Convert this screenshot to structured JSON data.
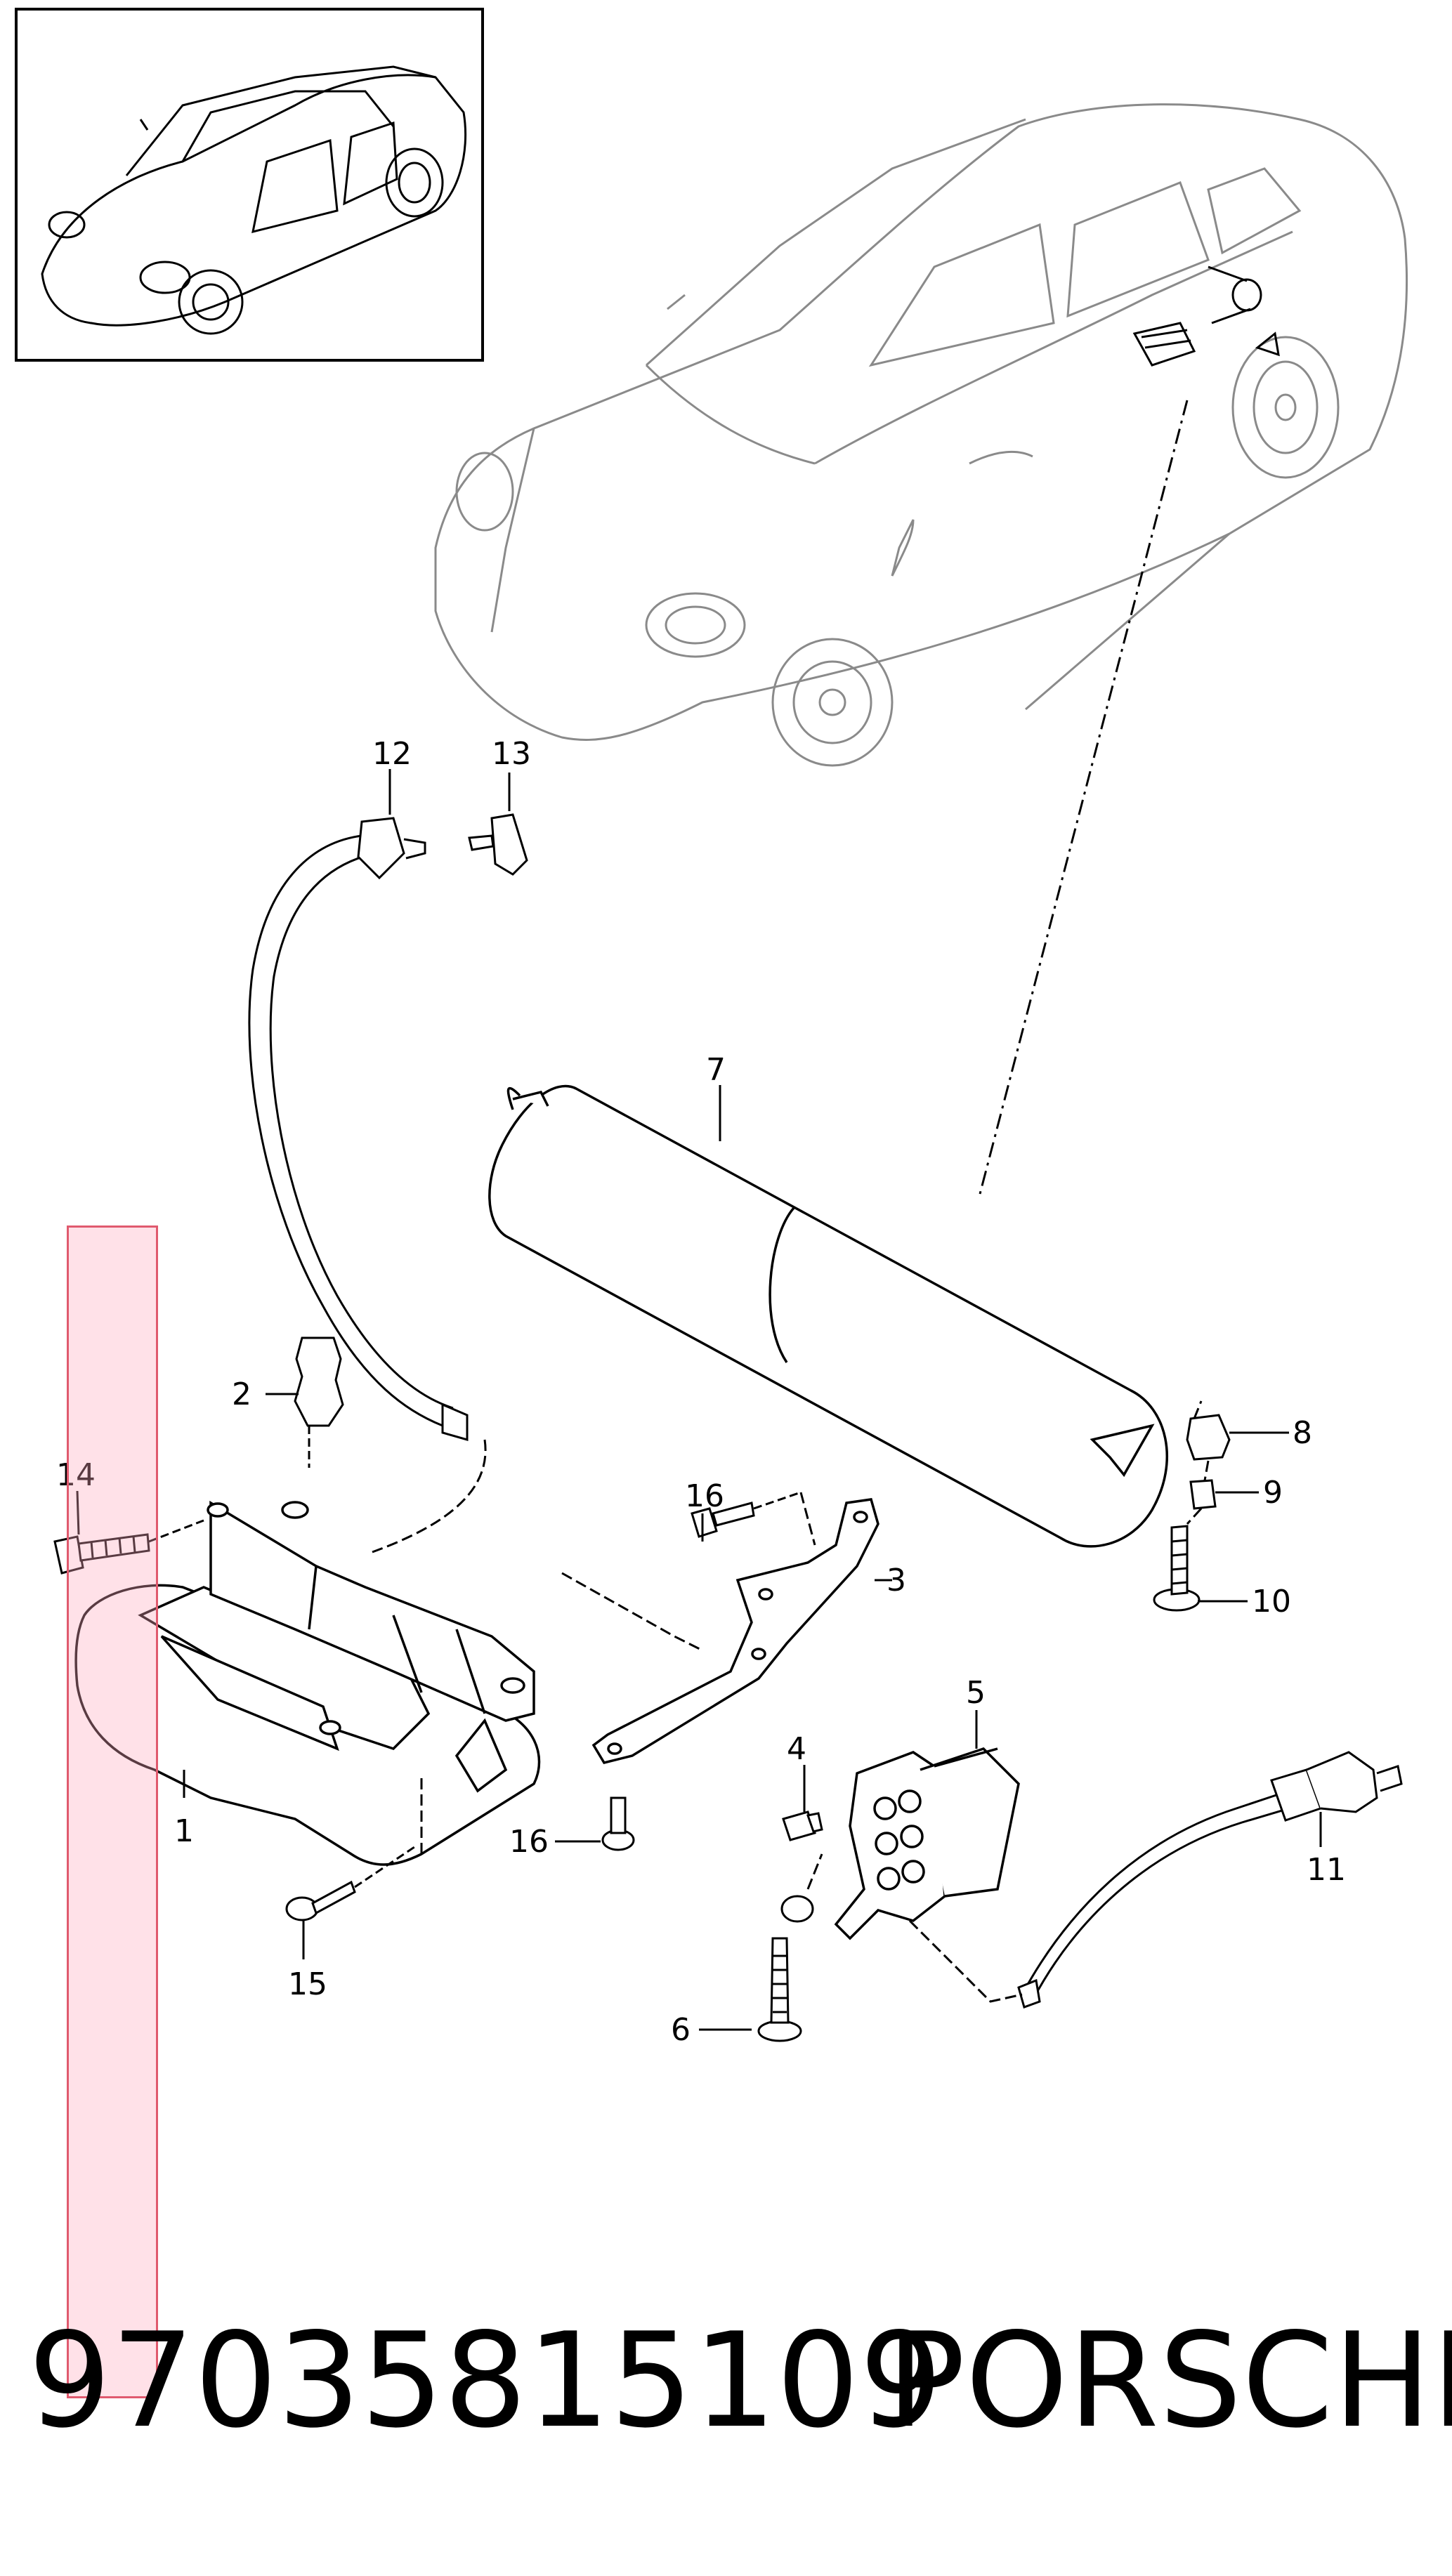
{
  "caption": {
    "part_number": "97035815109",
    "brand": "PORSCHE"
  },
  "callouts": [
    "1",
    "2",
    "3",
    "4",
    "5",
    "6",
    "7",
    "8",
    "9",
    "10",
    "11",
    "12",
    "13",
    "14",
    "15",
    "16",
    "16"
  ],
  "colors": {
    "line": "#000000",
    "ghost_line": "#8a8a8a",
    "highlight_fill": "#ffc0cc",
    "highlight_border": "#e05a6e"
  }
}
